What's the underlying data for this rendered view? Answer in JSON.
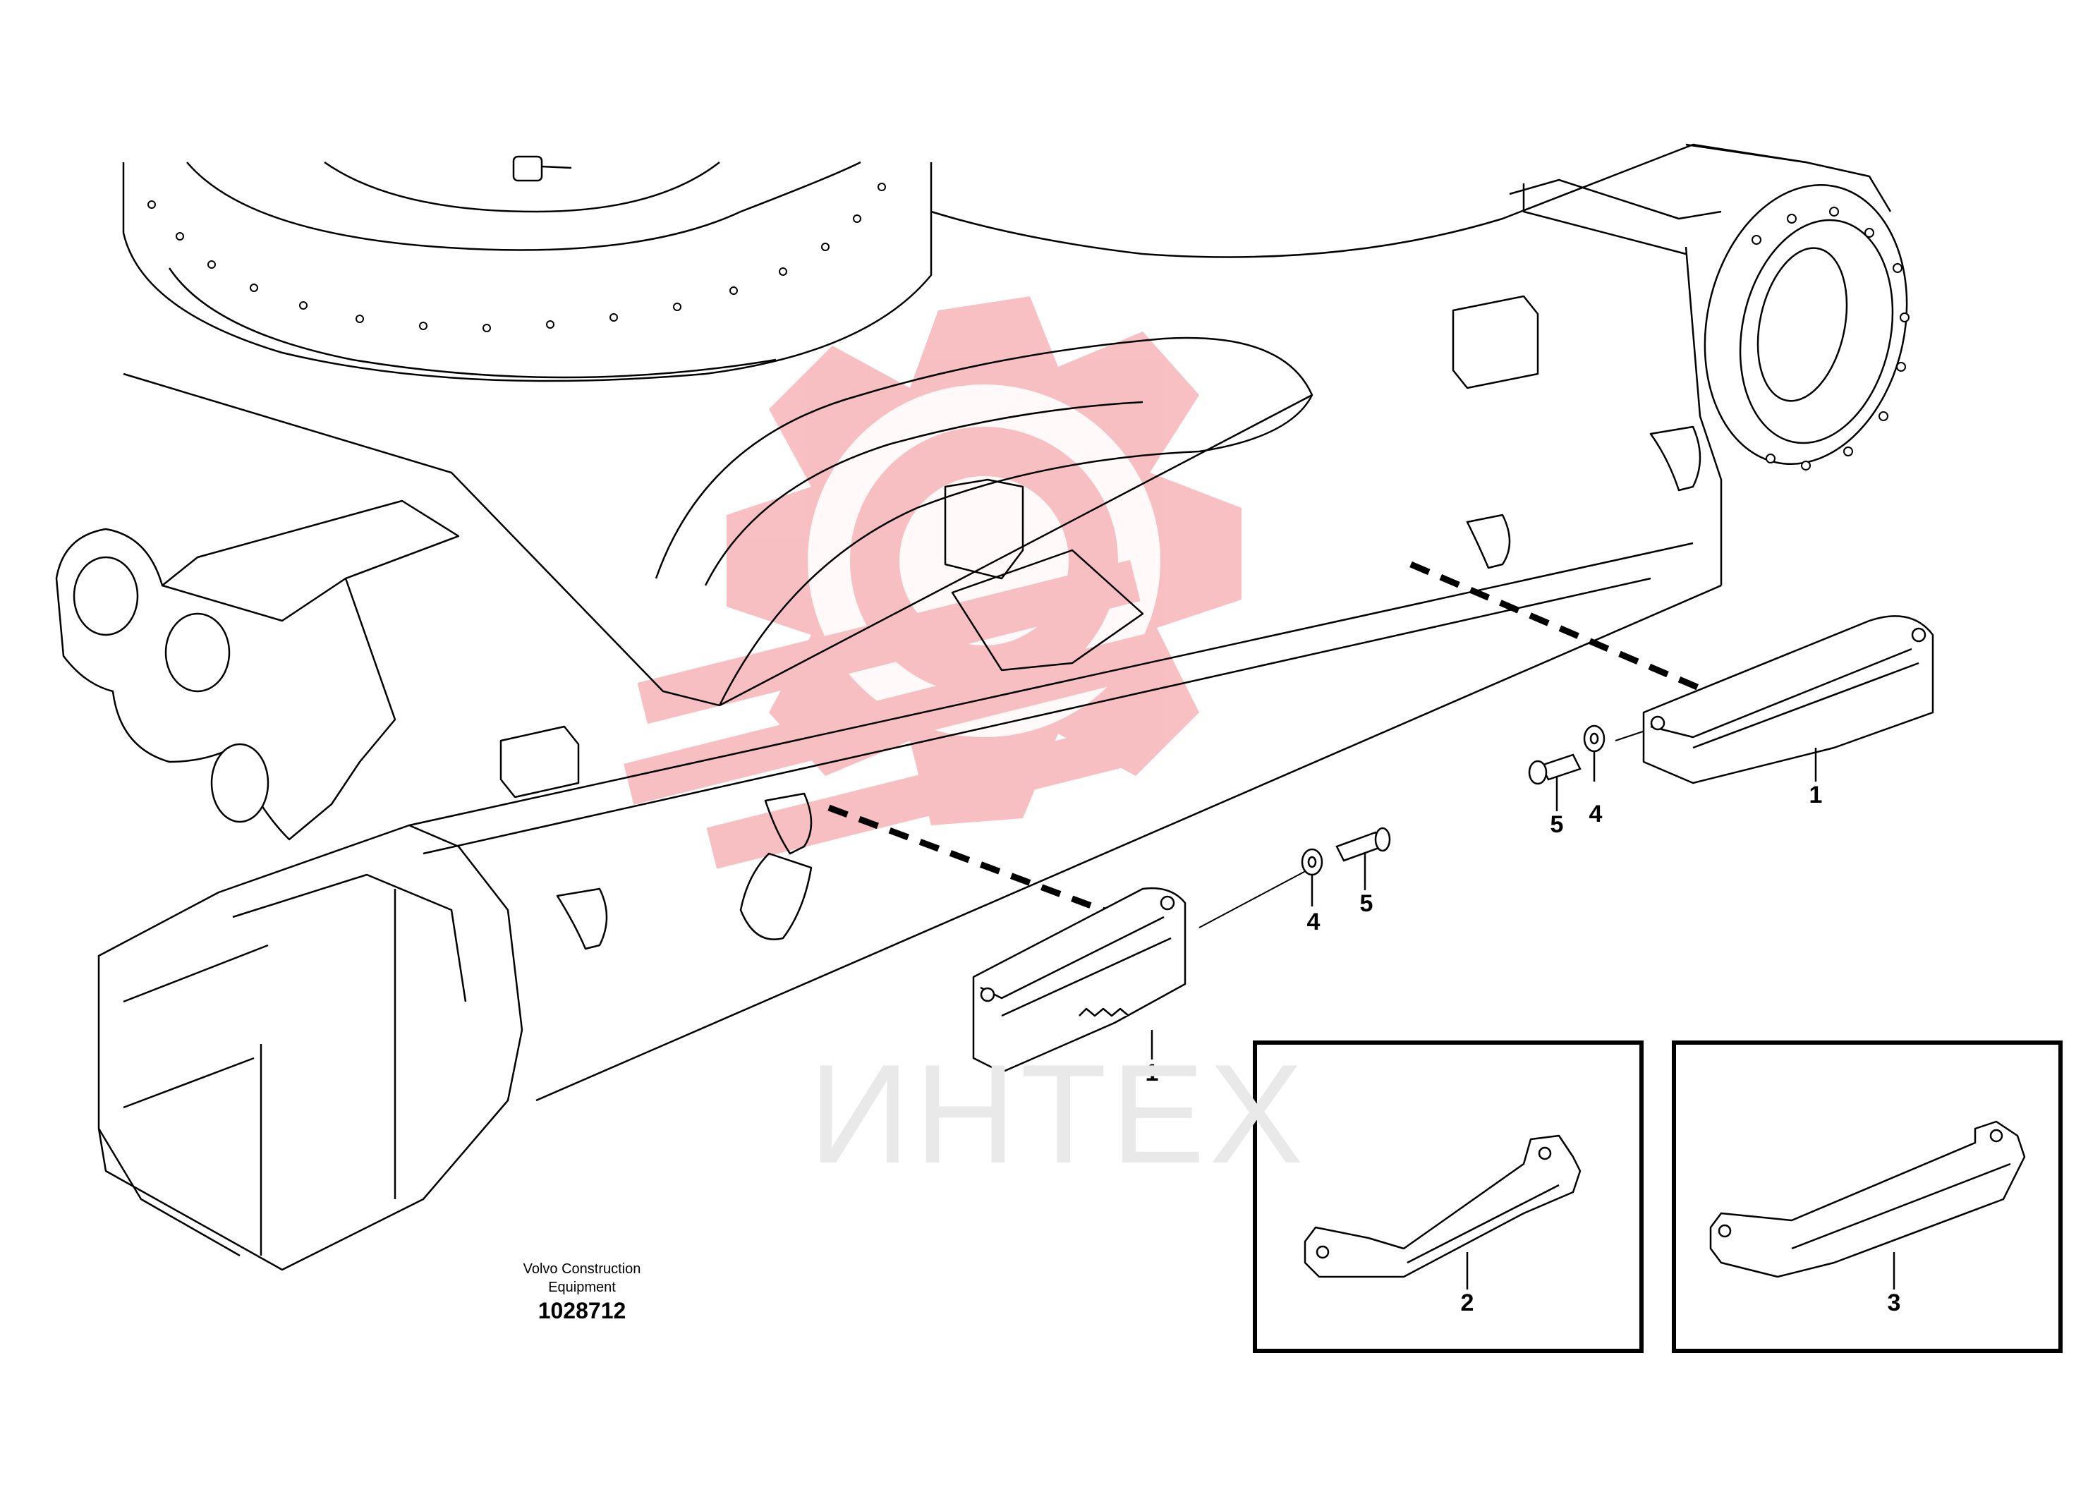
{
  "watermark": {
    "text": "ИНТЕХ",
    "logo_color": "#f7b5b9",
    "text_color": "#e9e9e9"
  },
  "credit": {
    "line1": "Volvo Construction",
    "line2": "Equipment"
  },
  "doc_number": "1028712",
  "callouts": {
    "step_right": "1",
    "step_left": "1",
    "washer_right": "4",
    "bolt_right": "5",
    "washer_left": "4",
    "bolt_left": "5",
    "inset_left": "2",
    "inset_right": "3"
  }
}
